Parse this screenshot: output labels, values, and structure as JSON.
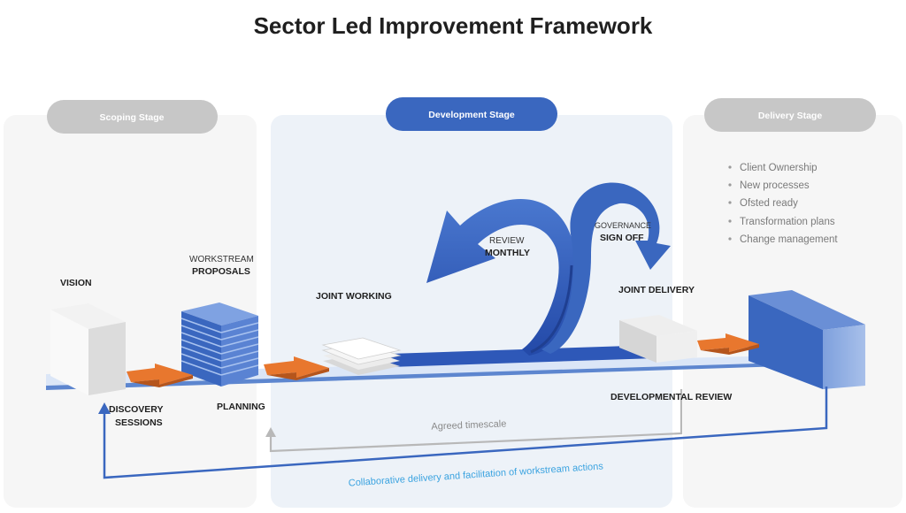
{
  "title": "Sector Led Improvement Framework",
  "stages": {
    "scoping": "Scoping Stage",
    "development": "Development Stage",
    "delivery": "Delivery Stage"
  },
  "labels": {
    "vision": "VISION",
    "workstream_top": "WORKSTREAM",
    "workstream_bottom": "PROPOSALS",
    "joint_working": "JOINT WORKING",
    "review_top": "REVIEW",
    "review_bottom": "MONTHLY",
    "governance_top": "GOVERNANCE",
    "governance_bottom": "SIGN OFF",
    "joint_delivery": "JOINT DELIVERY",
    "discovery_top": "DISCOVERY",
    "discovery_bottom": "SESSIONS",
    "planning": "PLANNING",
    "developmental_review": "DEVELOPMENTAL REVIEW"
  },
  "delivery_list": [
    "Client Ownership",
    "New processes",
    "Ofsted ready",
    "Transformation plans",
    "Change management"
  ],
  "notes": {
    "timescale": "Agreed timescale",
    "collaborative": "Collaborative delivery and facilitation of workstream actions"
  },
  "colors": {
    "blue": "#3a67bf",
    "gray_pill": "#c7c7c7",
    "orange": "#e8772e",
    "light_blue_panel": "#edf2f8",
    "light_gray_panel": "#f6f6f6",
    "cyan_note": "#3ba3e0"
  }
}
